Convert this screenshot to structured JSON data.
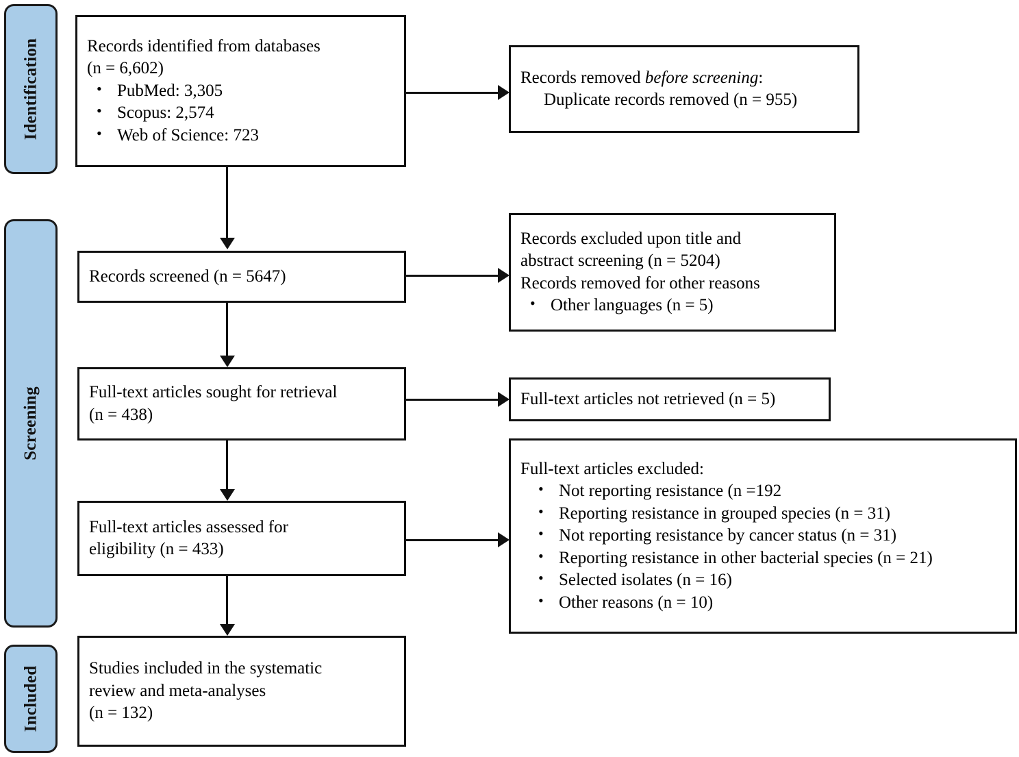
{
  "diagram": {
    "title": "PRISMA flow diagram",
    "accent_color": "#a9cce8",
    "line_color": "#111111",
    "background": "#ffffff"
  },
  "stages": [
    {
      "id": "identification",
      "label": "Identification"
    },
    {
      "id": "screening",
      "label": "Screening"
    },
    {
      "id": "included",
      "label": "Included"
    }
  ],
  "boxes": {
    "records_identified": {
      "line1": "Records identified from databases",
      "line2": "(n = 6,602)",
      "bullets": [
        "PubMed: 3,305",
        "Scopus: 2,574",
        "Web of Science: 723"
      ]
    },
    "records_removed_before_screening": {
      "line1_prefix": "Records removed ",
      "line1_italic": "before screening",
      "line1_suffix": ":",
      "line2": "Duplicate records removed  (n = 955)"
    },
    "records_screened": {
      "line1": "Records screened (n = 5647)"
    },
    "records_excluded": {
      "line1": "Records excluded upon title and",
      "line2": "abstract screening (n = 5204)",
      "line3": "Records removed for other reasons",
      "bullets": [
        "Other languages (n = 5)"
      ]
    },
    "fulltext_sought": {
      "line1": "Full-text articles sought for retrieval",
      "line2": "(n = 438)"
    },
    "fulltext_not_retrieved": {
      "line1": "Full-text articles not retrieved (n = 5)"
    },
    "fulltext_assessed": {
      "line1": "Full-text articles assessed for",
      "line2": "eligibility (n = 433)"
    },
    "fulltext_excluded": {
      "line1": "Full-text articles excluded:",
      "bullets": [
        "Not reporting resistance (n =192",
        "Reporting resistance in grouped species (n = 31)",
        "Not reporting resistance by cancer status (n = 31)",
        "Reporting resistance in other bacterial species (n = 21)",
        "Selected isolates (n = 16)",
        "Other reasons (n = 10)"
      ]
    },
    "studies_included": {
      "line1": "Studies included in the systematic",
      "line2": "review and meta-analyses",
      "line3": "(n = 132)"
    }
  },
  "counts": {
    "identified_total": 6602,
    "pubmed": 3305,
    "scopus": 2574,
    "web_of_science": 723,
    "duplicates_removed": 955,
    "screened": 5647,
    "excluded_title_abstract": 5204,
    "other_languages": 5,
    "fulltext_sought": 438,
    "fulltext_not_retrieved": 5,
    "fulltext_assessed": 433,
    "excl_not_reporting_resistance": 192,
    "excl_grouped_species": 31,
    "excl_by_cancer_status": 31,
    "excl_other_bacterial_species": 21,
    "excl_selected_isolates": 16,
    "excl_other_reasons": 10,
    "included_studies": 132
  }
}
